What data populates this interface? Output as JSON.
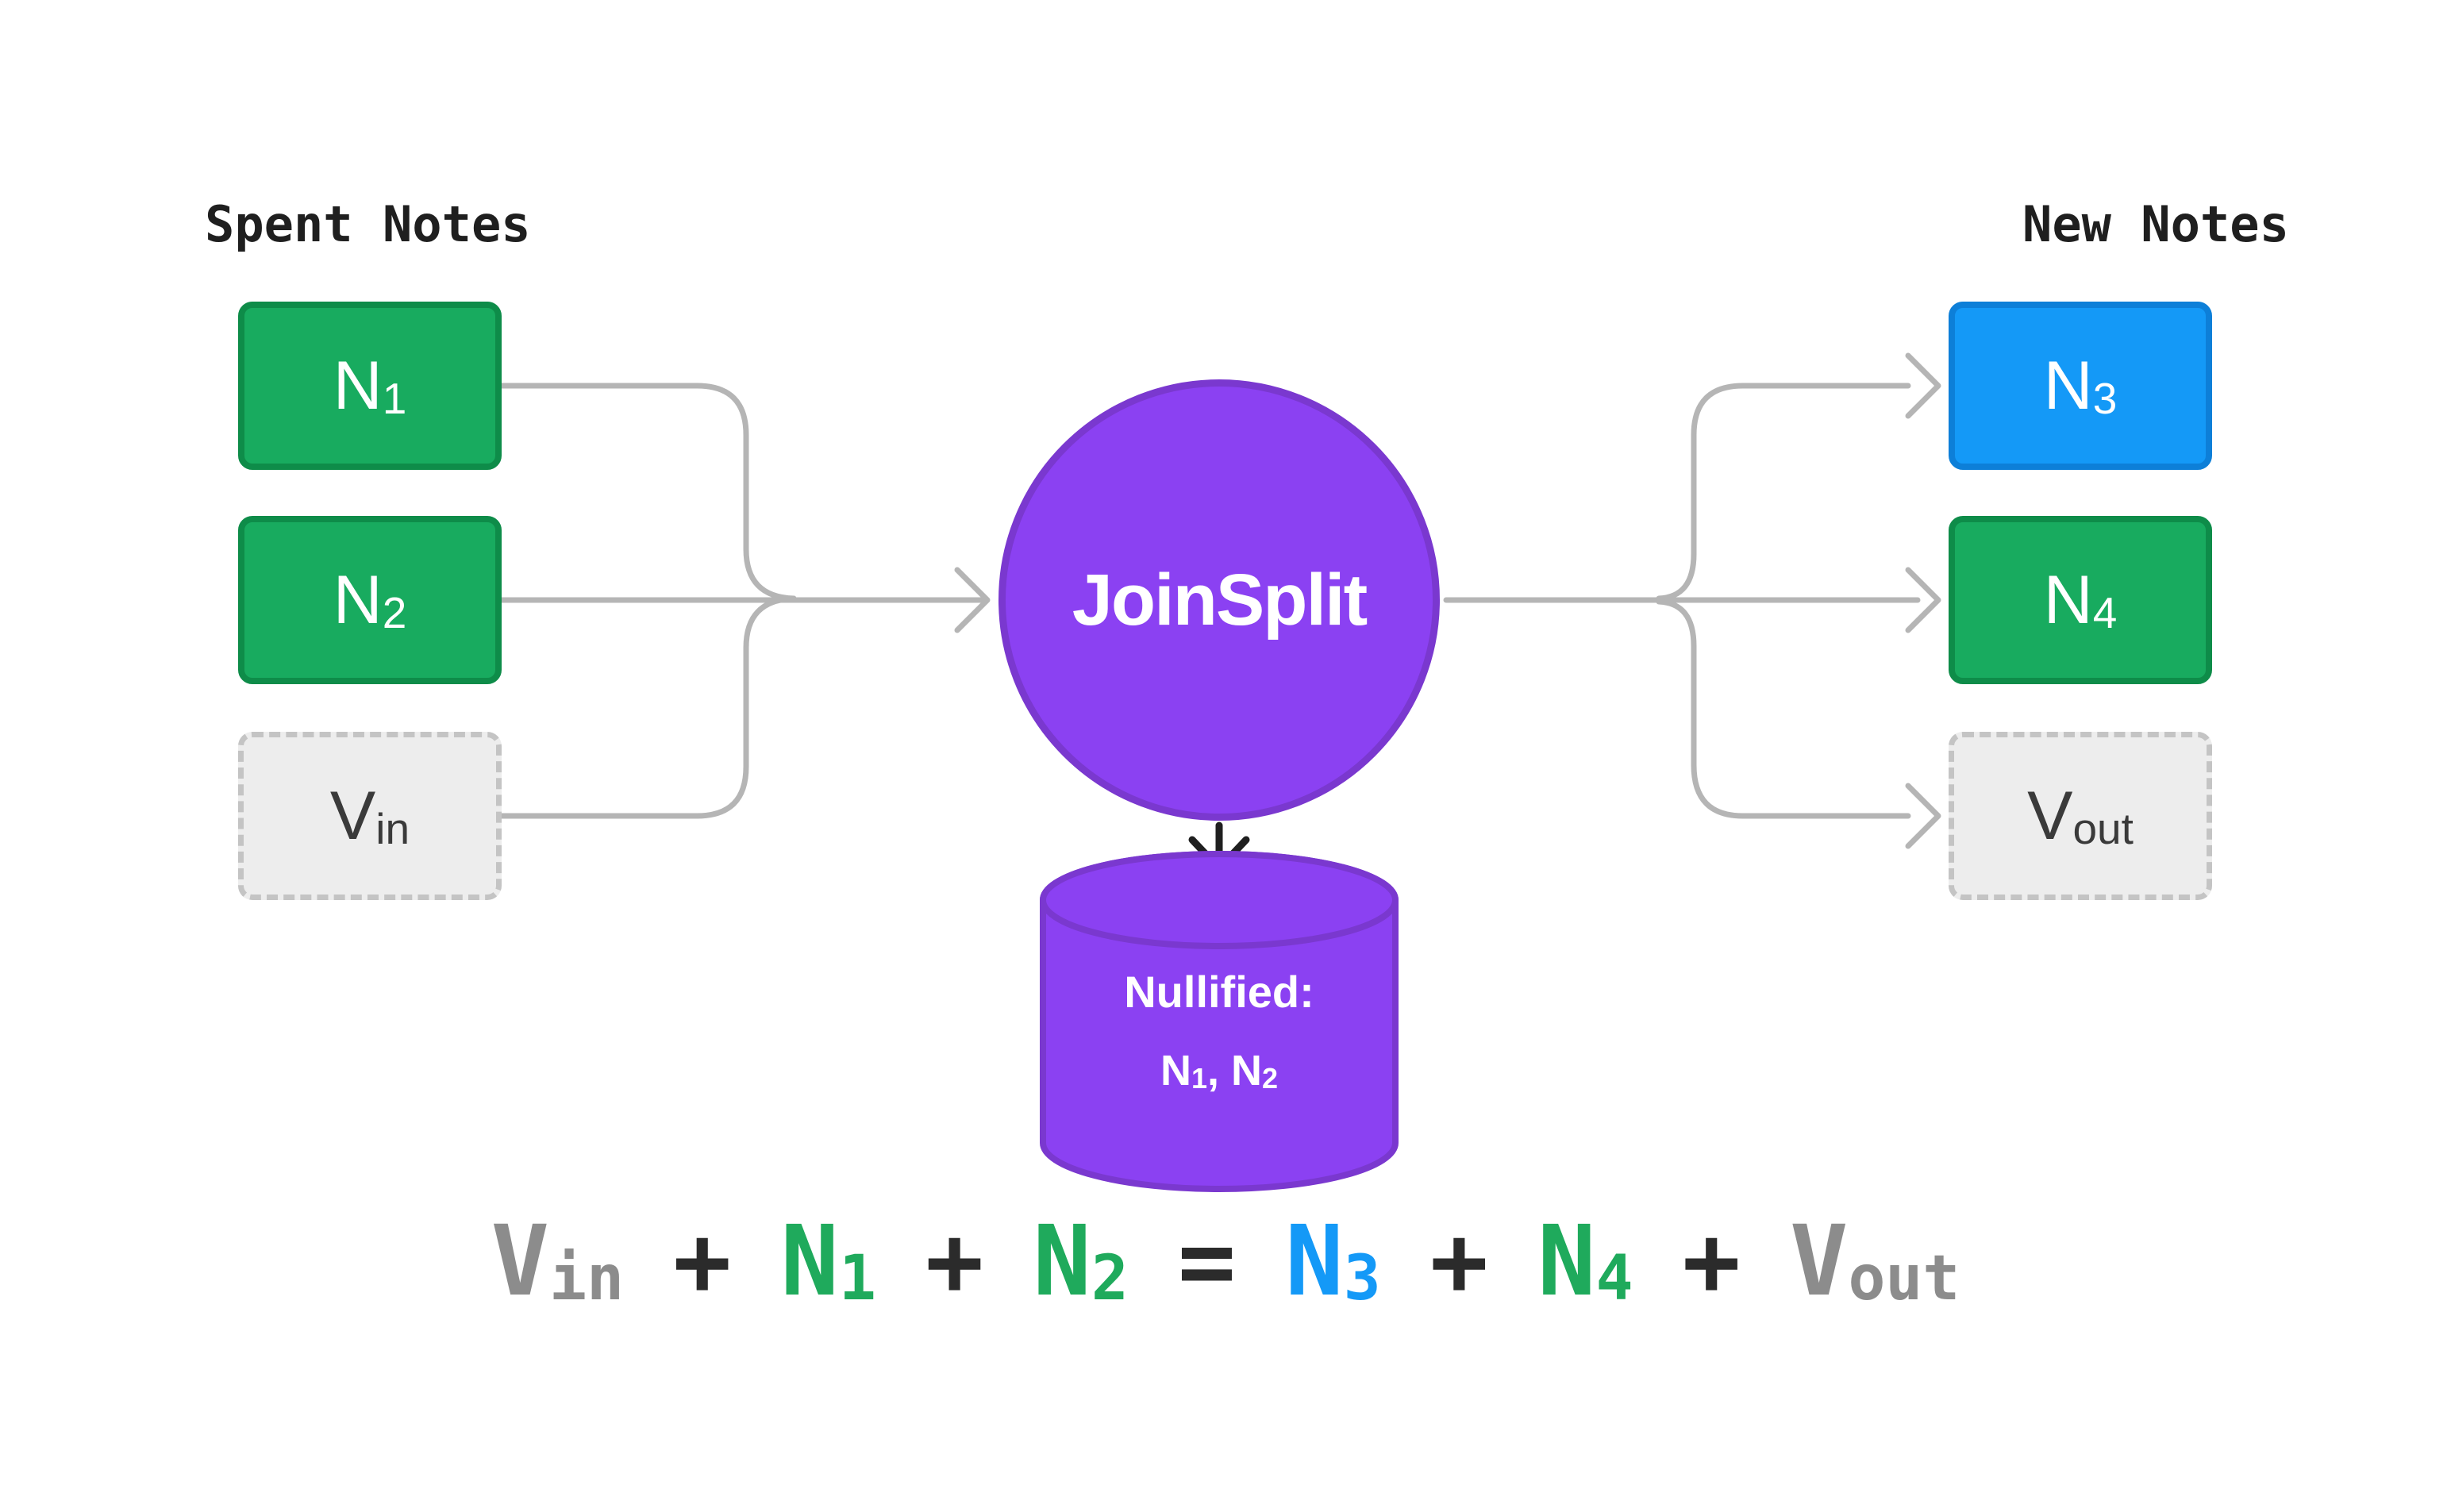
{
  "palette": {
    "green": "#18AB5F",
    "green_border": "#0E8C49",
    "blue": "#1499F7",
    "blue_border": "#0D7FD8",
    "purple": "#8B41F2",
    "purple_border": "#7A38CF",
    "ghost_fill": "#EDEDED",
    "ghost_border": "#C4C4C4",
    "ghost_text": "#3A3A3A",
    "line": "#B5B5B5",
    "dark_text": "#1F1F1F",
    "eq_dark": "#2B2B2B",
    "eq_gray": "#8C8C8C",
    "eq_green": "#1FAA5C",
    "eq_blue": "#1499F7"
  },
  "headers": {
    "left": "Spent Notes",
    "right": "New Notes"
  },
  "process": {
    "label": "JoinSplit"
  },
  "nodes": {
    "spent": [
      {
        "main": "N",
        "sub": "1"
      },
      {
        "main": "N",
        "sub": "2"
      },
      {
        "main": "V",
        "sub": "in"
      }
    ],
    "new": [
      {
        "main": "N",
        "sub": "3"
      },
      {
        "main": "N",
        "sub": "4"
      },
      {
        "main": "V",
        "sub": "out"
      }
    ]
  },
  "cylinder": {
    "title": "Nullified:",
    "item1_main": "N",
    "item1_sub": "1",
    "separator": ", ",
    "item2_main": "N",
    "item2_sub": "2"
  },
  "equation": {
    "tokens": [
      {
        "main": "V",
        "sub": "in",
        "color": "eq_gray"
      },
      {
        "main": "+",
        "color": "eq_dark"
      },
      {
        "main": "N",
        "sub": "1",
        "color": "eq_green"
      },
      {
        "main": "+",
        "color": "eq_dark"
      },
      {
        "main": "N",
        "sub": "2",
        "color": "eq_green"
      },
      {
        "main": "=",
        "color": "eq_dark"
      },
      {
        "main": "N",
        "sub": "3",
        "color": "eq_blue"
      },
      {
        "main": "+",
        "color": "eq_dark"
      },
      {
        "main": "N",
        "sub": "4",
        "color": "eq_green"
      },
      {
        "main": "+",
        "color": "eq_dark"
      },
      {
        "main": "V",
        "sub": "out",
        "color": "eq_gray"
      }
    ]
  }
}
